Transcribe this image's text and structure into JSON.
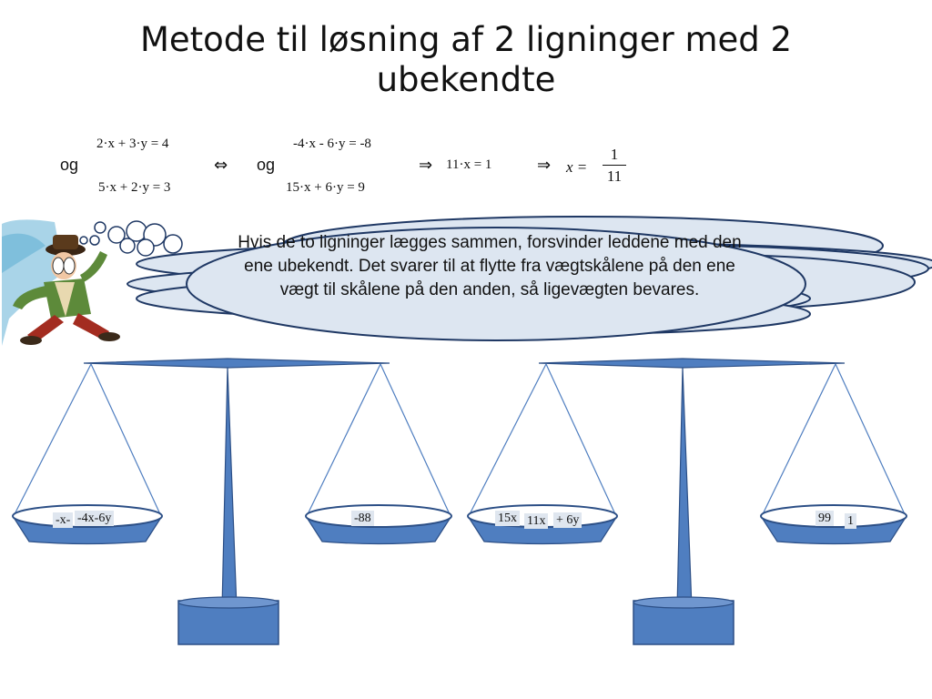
{
  "title": "Metode til løsning af 2 ligninger med 2 ubekendte",
  "system1": {
    "eq1": "2·x + 3·y = 4",
    "eq2": "5·x + 2·y = 3",
    "og": "og"
  },
  "equivalent_symbol": "⇔",
  "system2": {
    "eq1": "-4·x - 6·y = -8",
    "eq2": "15·x + 6·y = 9",
    "og": "og"
  },
  "implies_symbol": "⇒",
  "sum_equation": "11·x  = 1",
  "solution": {
    "variable": "x =",
    "numerator": "1",
    "denominator": "11"
  },
  "thought_bubble": "Hvis de to ligninger lægges sammen, forsvinder leddene med den ene ubekendt. Det svarer til at flytte fra vægtskålene på den ene vægt til skålene på den anden, så ligevægten bevares.",
  "scale_left": {
    "left_pan": [
      "-x-",
      "-4x-6y"
    ],
    "right_pan": [
      "-88"
    ]
  },
  "scale_right": {
    "left_pan": [
      "15x",
      "11x",
      "+ 6y"
    ],
    "right_pan": [
      "99",
      "1"
    ]
  },
  "colors": {
    "scale_blue": "#4f7ec0",
    "scale_outline": "#2c4f86",
    "bubble_fill": "#dde6f1",
    "bubble_stroke": "#1f3864"
  }
}
